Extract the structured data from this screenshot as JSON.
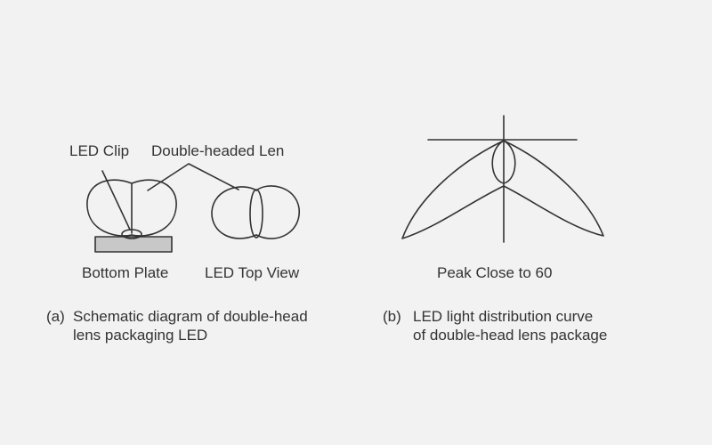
{
  "panel_a": {
    "labels": {
      "led_clip": "LED Clip",
      "double_headed_lens": "Double-headed Len",
      "bottom_plate": "Bottom Plate",
      "led_top_view": "LED Top View"
    },
    "caption": {
      "letter": "(a)",
      "line1": "Schematic diagram of double-head",
      "line2": "lens packaging LED"
    }
  },
  "panel_b": {
    "labels": {
      "peak_note": "Peak Close to 60"
    },
    "caption": {
      "letter": "(b)",
      "line1": "LED light distribution curve",
      "line2": "of double-head lens package"
    }
  },
  "colors": {
    "background": "#f2f2f2",
    "stroke": "#333333",
    "plate_fill": "#c8c8c8",
    "text": "#333333"
  }
}
